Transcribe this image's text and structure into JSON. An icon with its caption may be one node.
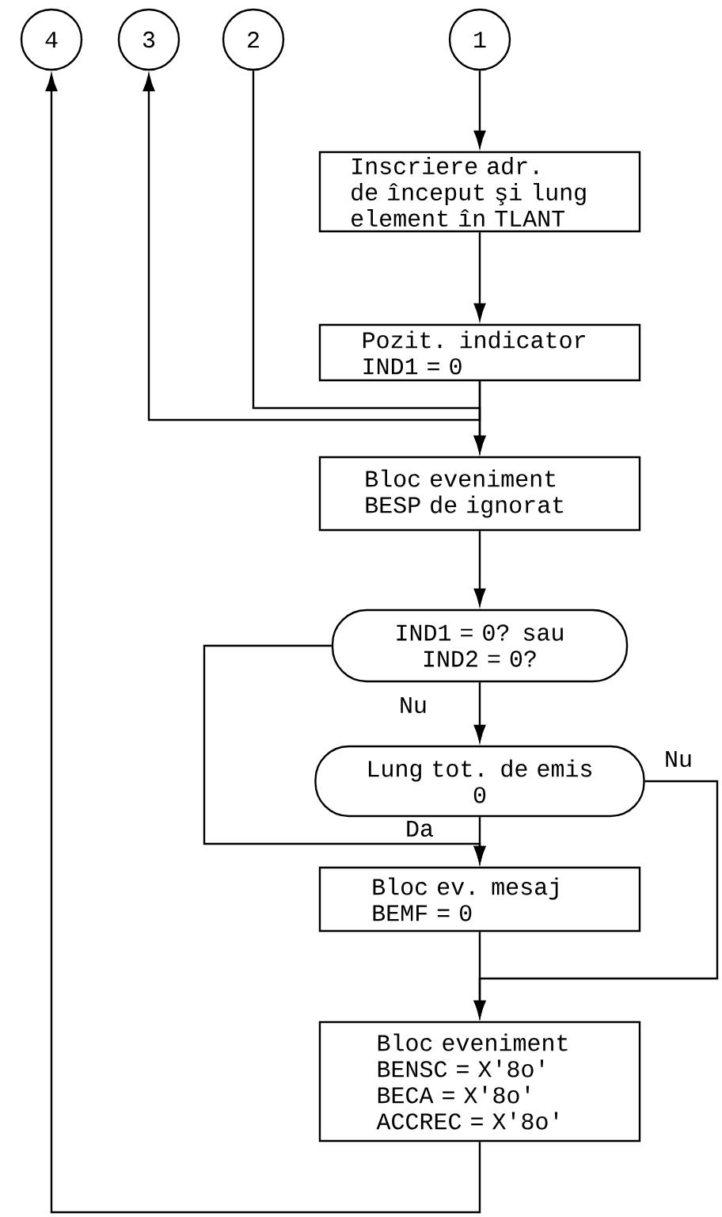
{
  "diagram": {
    "nodes": [
      {
        "text": [
          "4"
        ]
      },
      {
        "text": [
          "3"
        ]
      },
      {
        "text": [
          "2"
        ]
      },
      {
        "text": [
          "1"
        ]
      },
      {
        "text": [
          "Inscriere adr.",
          "de început şi lung",
          "element în TLANT"
        ]
      },
      {
        "text": [
          "Pozit. indicator IND1 = 0"
        ]
      },
      {
        "text": [
          "Bloc eveniment BESP de ignorat"
        ]
      },
      {
        "text": [
          "IND1 = 0? sau IND2 = 0?"
        ]
      },
      {
        "text": [
          "Lung tot. de emis",
          "0"
        ]
      },
      {
        "text": [
          "Bloc ev. mesaj BEMF = 0"
        ]
      },
      {
        "text": [
          "Bloc eveniment",
          "BENSC = X'8o'",
          "BECA = X'8o'",
          "ACCREC = X'8o'"
        ]
      }
    ],
    "edges": [
      {
        "from": 3,
        "to": 4,
        "arrow": "to"
      },
      {
        "from": 4,
        "to": 5,
        "arrow": "to"
      },
      {
        "from": 5,
        "to": 6,
        "arrow": "to"
      },
      {
        "from": 2,
        "to": 6,
        "arrow": "to"
      },
      {
        "from": 5,
        "to": 1,
        "arrow": "to"
      },
      {
        "from": 6,
        "to": 7,
        "arrow": "to"
      },
      {
        "from": 7,
        "to": 8,
        "arrow": "to",
        "label": "Nu"
      },
      {
        "from": 7,
        "to": 9,
        "arrow": "to",
        "label": "Da"
      },
      {
        "from": 8,
        "to": 9,
        "arrow": "to"
      },
      {
        "from": 8,
        "to": 10,
        "arrow": "to",
        "label": "Nu"
      },
      {
        "from": 9,
        "to": 10,
        "arrow": "to"
      },
      {
        "from": 10,
        "to": 0,
        "arrow": "to"
      }
    ]
  }
}
